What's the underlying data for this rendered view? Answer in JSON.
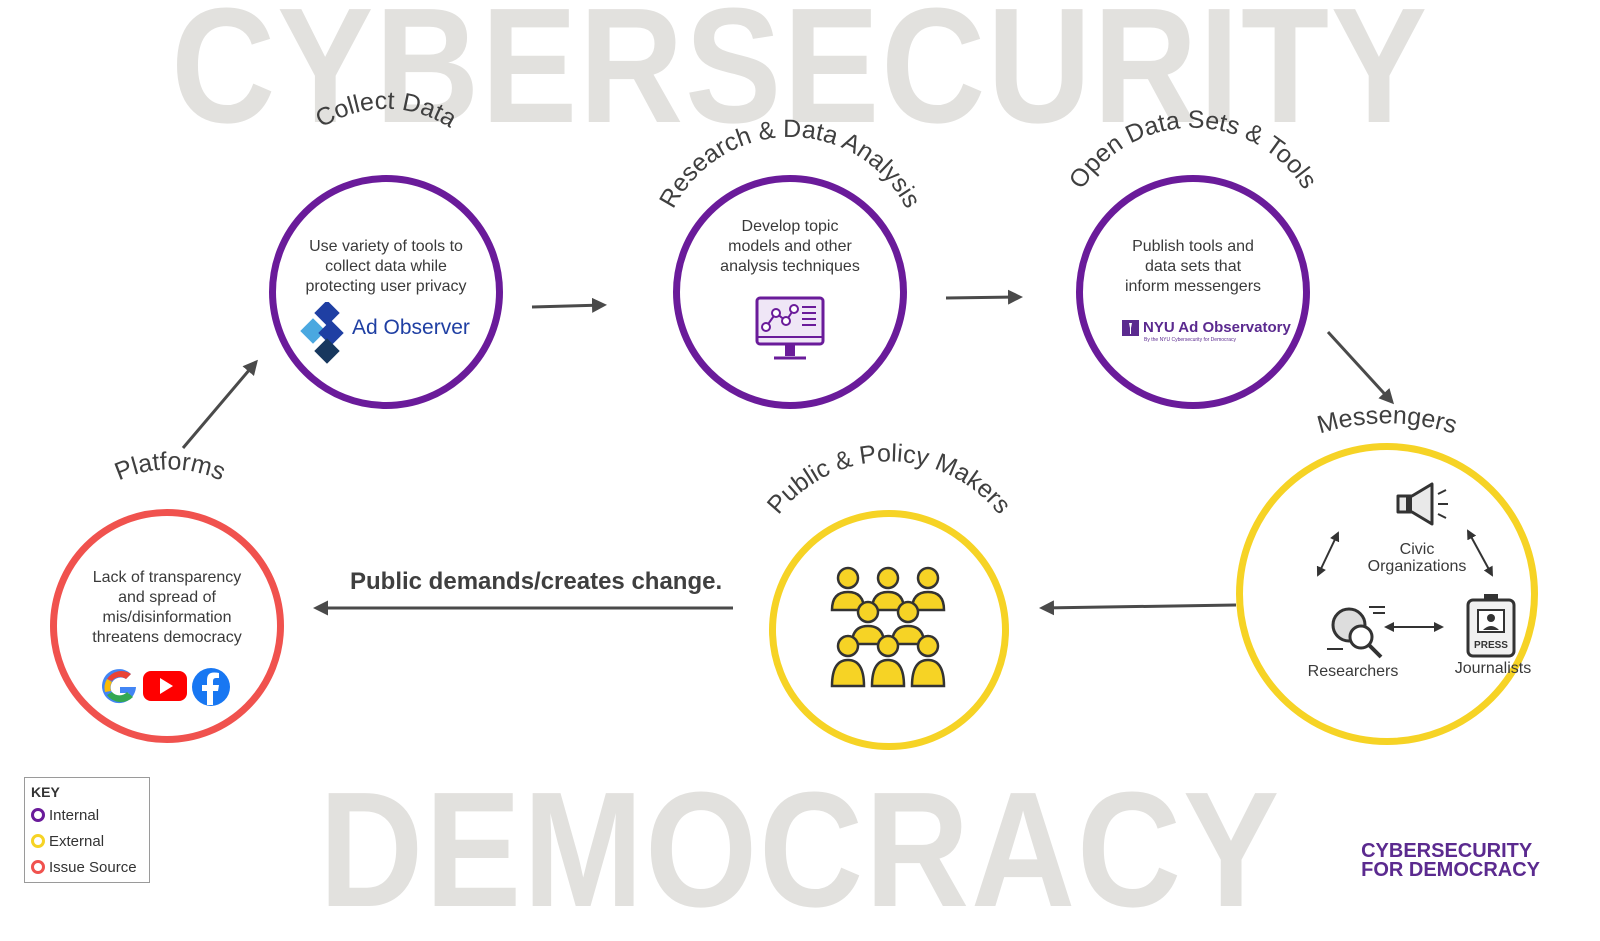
{
  "background": {
    "top_word": "CYBERSECURITY",
    "bottom_word": "DEMOCRACY"
  },
  "nodes": {
    "collect": {
      "title": "Collect Data",
      "lines": [
        "Use variety of tools to",
        "collect data while",
        "protecting user privacy"
      ],
      "logo_text": "Ad Observer",
      "type": "Internal"
    },
    "research": {
      "title": "Research & Data Analysis",
      "lines": [
        "Develop topic",
        "models and other",
        "analysis techniques"
      ],
      "icon": "data-analysis-monitor-icon",
      "type": "Internal"
    },
    "open_data": {
      "title": "Open Data Sets & Tools",
      "lines": [
        "Publish tools and",
        "data sets that",
        "inform messengers"
      ],
      "logo_text": "NYU Ad Observatory",
      "logo_subtext": "By the NYU Cybersecurity for Democracy",
      "type": "Internal"
    },
    "messengers": {
      "title": "Messengers",
      "civic": [
        "Civic",
        "Organizations"
      ],
      "researchers": "Researchers",
      "journalists": "Journalists",
      "type": "External"
    },
    "public": {
      "title": "Public & Policy Makers",
      "icon": "crowd-icon",
      "type": "External"
    },
    "platforms": {
      "title": "Platforms",
      "lines": [
        "Lack of transparency",
        "and spread of",
        "mis/disinformation",
        "threatens democracy"
      ],
      "icons": [
        "google-icon",
        "youtube-icon",
        "facebook-icon"
      ],
      "type": "Issue Source"
    }
  },
  "banner": "Public demands/creates change.",
  "key": {
    "title": "KEY",
    "items": [
      {
        "label": "Internal",
        "color": "#6a1b9a"
      },
      {
        "label": "External",
        "color": "#f6d325"
      },
      {
        "label": "Issue Source",
        "color": "#f0524e"
      }
    ]
  },
  "brand": {
    "line1": "CYBERSECURITY",
    "line2": "FOR DEMOCRACY"
  },
  "colors": {
    "internal": "#6a1b9a",
    "external": "#f6d325",
    "issue": "#f0524e",
    "arrow": "#4a4a4a"
  }
}
